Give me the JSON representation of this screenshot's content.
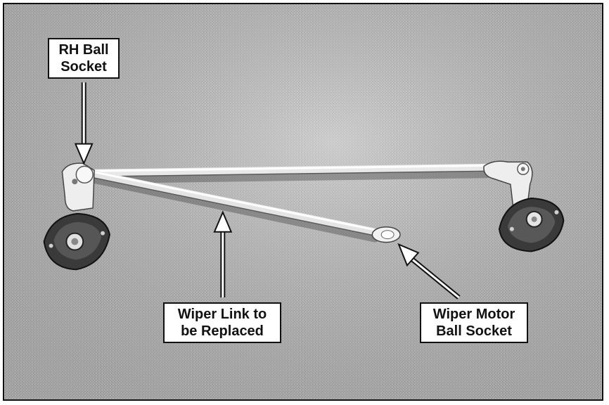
{
  "labels": {
    "rh_ball_socket": {
      "line1": "RH Ball",
      "line2": "Socket"
    },
    "wiper_link": {
      "line1": "Wiper Link to",
      "line2": "be Replaced"
    },
    "wiper_motor_ball_socket": {
      "line1": "Wiper Motor",
      "line2": "Ball Socket"
    }
  },
  "colors": {
    "background": "#b9b9b9",
    "metal": "#e6e6e6",
    "label_border": "#111111"
  }
}
